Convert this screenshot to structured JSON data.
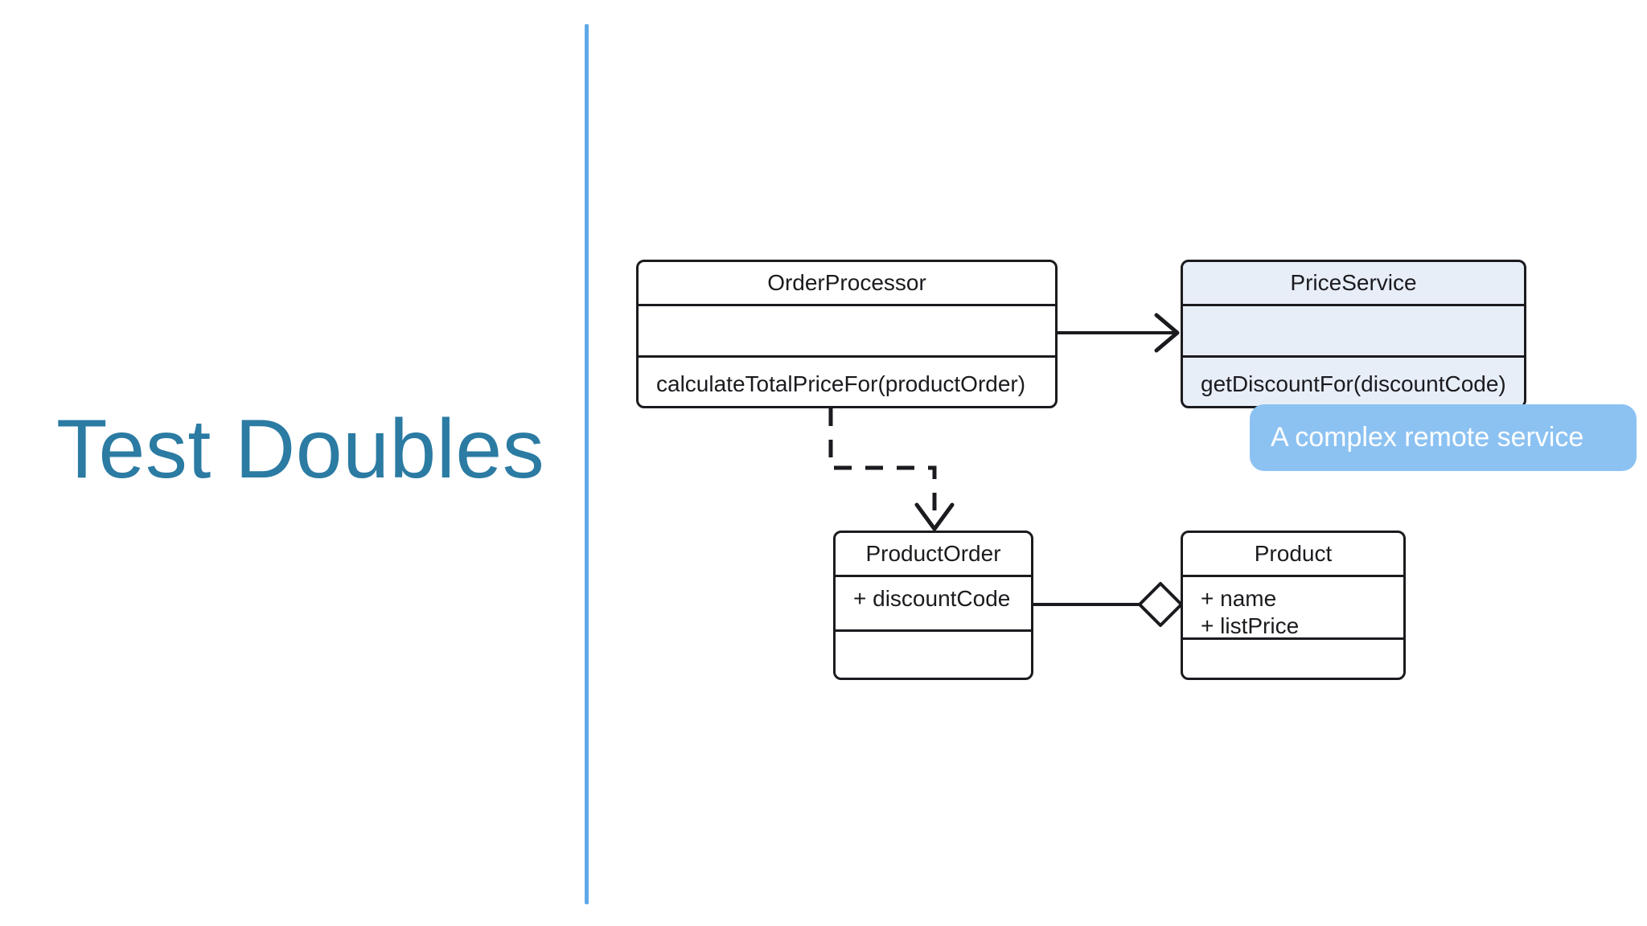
{
  "slide": {
    "title": "Test Doubles",
    "title_color": "#2b7ba3",
    "divider_color": "#5fa8e8",
    "background": "#ffffff"
  },
  "diagram": {
    "type": "uml-class-diagram",
    "classes": [
      {
        "id": "order-processor",
        "name": "OrderProcessor",
        "attributes": [],
        "operations": [
          "calculateTotalPriceFor(productOrder)"
        ],
        "fill": "#ffffff",
        "stroke": "#1b1b1f"
      },
      {
        "id": "price-service",
        "name": "PriceService",
        "attributes": [],
        "operations": [
          "getDiscountFor(discountCode)"
        ],
        "fill": "#e8eef8",
        "stroke": "#1b1b1f"
      },
      {
        "id": "product-order",
        "name": "ProductOrder",
        "attributes": [
          "+ discountCode"
        ],
        "operations": [],
        "fill": "#ffffff",
        "stroke": "#1b1b1f"
      },
      {
        "id": "product",
        "name": "Product",
        "attributes": [
          "+ name",
          "+ listPrice"
        ],
        "operations": [],
        "fill": "#ffffff",
        "stroke": "#1b1b1f"
      }
    ],
    "relationships": [
      {
        "id": "uses",
        "kind": "association",
        "line": "solid",
        "arrowhead": "open",
        "from": "OrderProcessor",
        "to": "PriceService"
      },
      {
        "id": "depends-on",
        "kind": "dependency",
        "line": "dashed",
        "arrowhead": "open",
        "from": "OrderProcessor",
        "to": "ProductOrder"
      },
      {
        "id": "aggregates",
        "kind": "aggregation",
        "line": "solid",
        "arrowhead": "hollow-diamond",
        "from": "ProductOrder",
        "to": "Product"
      }
    ],
    "callout": {
      "text": "A complex remote service",
      "fill": "#8cc2f2",
      "text_color": "#ffffff",
      "target": "PriceService"
    }
  }
}
